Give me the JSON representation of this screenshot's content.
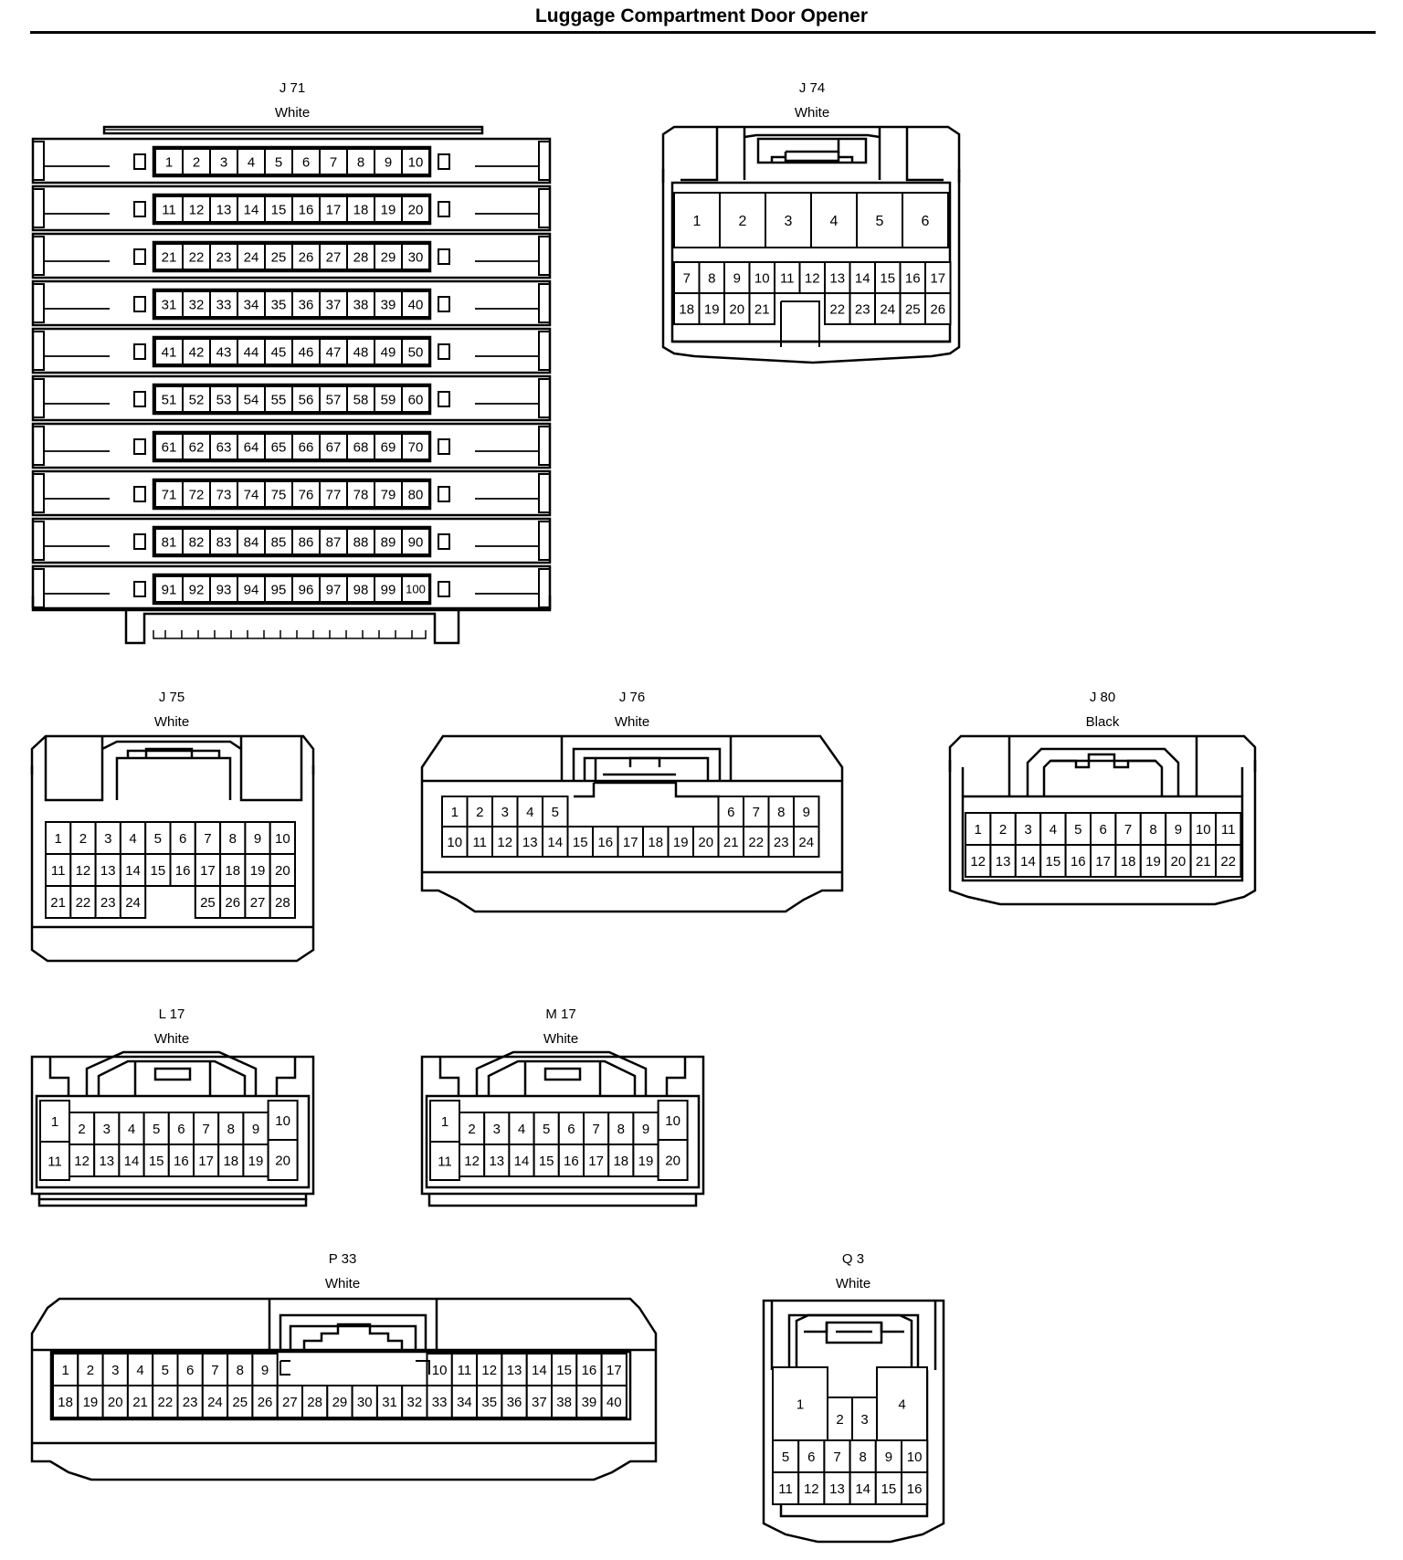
{
  "title": "Luggage Compartment Door Opener",
  "connectors": [
    {
      "id": "J71",
      "label": "J 71",
      "color": "White",
      "rows": [
        [
          "1",
          "2",
          "3",
          "4",
          "5",
          "6",
          "7",
          "8",
          "9",
          "10"
        ],
        [
          "11",
          "12",
          "13",
          "14",
          "15",
          "16",
          "17",
          "18",
          "19",
          "20"
        ],
        [
          "21",
          "22",
          "23",
          "24",
          "25",
          "26",
          "27",
          "28",
          "29",
          "30"
        ],
        [
          "31",
          "32",
          "33",
          "34",
          "35",
          "36",
          "37",
          "38",
          "39",
          "40"
        ],
        [
          "41",
          "42",
          "43",
          "44",
          "45",
          "46",
          "47",
          "48",
          "49",
          "50"
        ],
        [
          "51",
          "52",
          "53",
          "54",
          "55",
          "56",
          "57",
          "58",
          "59",
          "60"
        ],
        [
          "61",
          "62",
          "63",
          "64",
          "65",
          "66",
          "67",
          "68",
          "69",
          "70"
        ],
        [
          "71",
          "72",
          "73",
          "74",
          "75",
          "76",
          "77",
          "78",
          "79",
          "80"
        ],
        [
          "81",
          "82",
          "83",
          "84",
          "85",
          "86",
          "87",
          "88",
          "89",
          "90"
        ],
        [
          "91",
          "92",
          "93",
          "94",
          "95",
          "96",
          "97",
          "98",
          "99",
          "100"
        ]
      ]
    },
    {
      "id": "J74",
      "label": "J 74",
      "color": "White",
      "rows": [
        [
          "1",
          "2",
          "3",
          "4",
          "5",
          "6"
        ],
        [
          "7",
          "8",
          "9",
          "10",
          "11",
          "12",
          "13",
          "14",
          "15",
          "16",
          "17"
        ],
        [
          "18",
          "19",
          "20",
          "21",
          "",
          "22",
          "23",
          "24",
          "25",
          "26"
        ]
      ]
    },
    {
      "id": "J75",
      "label": "J 75",
      "color": "White",
      "rows": [
        [
          "1",
          "2",
          "3",
          "4",
          "5",
          "6",
          "7",
          "8",
          "9",
          "10"
        ],
        [
          "11",
          "12",
          "13",
          "14",
          "15",
          "16",
          "17",
          "18",
          "19",
          "20"
        ],
        [
          "21",
          "22",
          "23",
          "24",
          "",
          "",
          "25",
          "26",
          "27",
          "28"
        ]
      ]
    },
    {
      "id": "J76",
      "label": "J 76",
      "color": "White",
      "rows": [
        [
          "1",
          "2",
          "3",
          "4",
          "5",
          "",
          "",
          "",
          "",
          "",
          "",
          "6",
          "7",
          "8",
          "9"
        ],
        [
          "10",
          "11",
          "12",
          "13",
          "14",
          "15",
          "16",
          "17",
          "18",
          "19",
          "20",
          "21",
          "22",
          "23",
          "24"
        ]
      ]
    },
    {
      "id": "J80",
      "label": "J 80",
      "color": "Black",
      "rows": [
        [
          "1",
          "2",
          "3",
          "4",
          "5",
          "6",
          "7",
          "8",
          "9",
          "10",
          "11"
        ],
        [
          "12",
          "13",
          "14",
          "15",
          "16",
          "17",
          "18",
          "19",
          "20",
          "21",
          "22"
        ]
      ]
    },
    {
      "id": "L17",
      "label": "L 17",
      "color": "White",
      "rows": [
        [
          "1",
          "2",
          "3",
          "4",
          "5",
          "6",
          "7",
          "8",
          "9",
          "10"
        ],
        [
          "11",
          "12",
          "13",
          "14",
          "15",
          "16",
          "17",
          "18",
          "19",
          "20"
        ]
      ]
    },
    {
      "id": "M17",
      "label": "M 17",
      "color": "White",
      "rows": [
        [
          "1",
          "2",
          "3",
          "4",
          "5",
          "6",
          "7",
          "8",
          "9",
          "10"
        ],
        [
          "11",
          "12",
          "13",
          "14",
          "15",
          "16",
          "17",
          "18",
          "19",
          "20"
        ]
      ]
    },
    {
      "id": "P33",
      "label": "P 33",
      "color": "White",
      "rows": [
        [
          "1",
          "2",
          "3",
          "4",
          "5",
          "6",
          "7",
          "8",
          "9",
          "",
          "",
          "",
          "",
          "",
          "",
          "10",
          "11",
          "12",
          "13",
          "14",
          "15",
          "16",
          "17"
        ],
        [
          "18",
          "19",
          "20",
          "21",
          "22",
          "23",
          "24",
          "25",
          "26",
          "27",
          "28",
          "29",
          "30",
          "31",
          "32",
          "33",
          "34",
          "35",
          "36",
          "37",
          "38",
          "39",
          "40"
        ]
      ]
    },
    {
      "id": "Q3",
      "label": "Q 3",
      "color": "White",
      "rows": [
        [
          "1",
          "2",
          "3",
          "4"
        ],
        [
          "5",
          "6",
          "7",
          "8",
          "9",
          "10"
        ],
        [
          "11",
          "12",
          "13",
          "14",
          "15",
          "16"
        ]
      ]
    }
  ]
}
